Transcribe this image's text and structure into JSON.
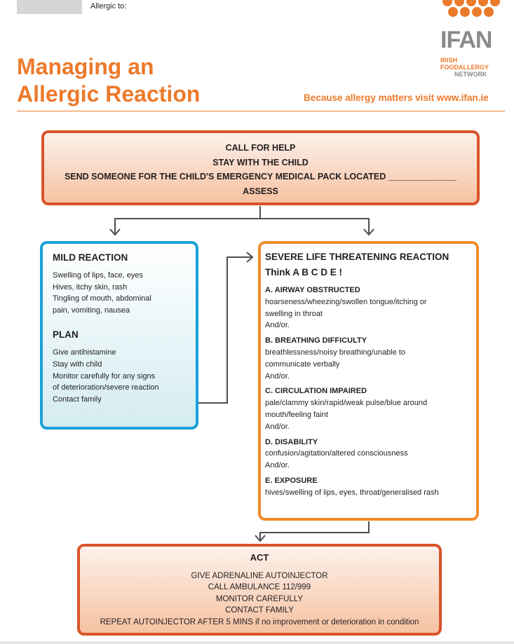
{
  "header": {
    "allergic_to_label": "Allergic to:",
    "title_line1": "Managing an",
    "title_line2": "Allergic Reaction",
    "tagline": "Because allergy matters visit www.ifan.ie"
  },
  "logo": {
    "abbr": "IFAN",
    "line1": "IRISH",
    "line2": "FOODALLERGY",
    "line3": "NETWORK",
    "color_orange": "#ec7a2b",
    "color_grey": "#8a8a8a"
  },
  "top_box": {
    "lines": [
      "CALL FOR HELP",
      "STAY WITH THE CHILD",
      "SEND SOMEONE FOR THE CHILD'S EMERGENCY MEDICAL PACK LOCATED ______________",
      "ASSESS"
    ]
  },
  "mild": {
    "heading": "MILD REACTION",
    "symptoms": [
      "Swelling of lips, face, eyes",
      "Hives, itchy skin, rash",
      "Tingling of mouth, abdominal",
      "pain, vomiting, nausea"
    ],
    "plan_heading": "PLAN",
    "plan": [
      "Give antihistamine",
      "Stay with child",
      "Monitor carefully for any signs",
      "of deterioration/severe reaction",
      "Contact family"
    ]
  },
  "severe": {
    "heading": "SEVERE LIFE THREATENING REACTION",
    "think": "Think A B C D E !",
    "sections": [
      {
        "title": "A. AIRWAY OBSTRUCTED",
        "lines": [
          "hoarseness/wheezing/swollen tongue/itching or",
          "swelling in throat"
        ],
        "andor": "And/or."
      },
      {
        "title": "B. BREATHING DIFFICULTY",
        "lines": [
          "breathlessness/noisy breathing/unable to",
          "communicate verbally"
        ],
        "andor": "And/or."
      },
      {
        "title": "C. CIRCULATION IMPAIRED",
        "lines": [
          "pale/clammy skin/rapid/weak pulse/blue around",
          "mouth/feeling faint"
        ],
        "andor": "And/or."
      },
      {
        "title": "D. DISABILITY",
        "lines": [
          "confusion/agitation/altered consciousness"
        ],
        "andor": "And/or."
      },
      {
        "title": "E. EXPOSURE",
        "lines": [
          "hives/swelling of lips, eyes, throat/generalised rash"
        ],
        "andor": ""
      }
    ]
  },
  "act": {
    "heading": "ACT",
    "lines": [
      "GIVE ADRENALINE AUTOINJECTOR",
      "CALL AMBULANCE 112/999",
      "MONITOR CAREFULLY",
      "CONTACT FAMILY"
    ],
    "last_upper": "REPEAT AUTOINJECTOR AFTER 5 MINS",
    "last_lower": " if no improvement or deterioration in condition"
  },
  "colors": {
    "orange": "#ec7a2b",
    "red_border": "#d9542a",
    "blue_border": "#1aa1d8",
    "severe_border": "#f08c2e",
    "connector": "#4d4d4d"
  }
}
